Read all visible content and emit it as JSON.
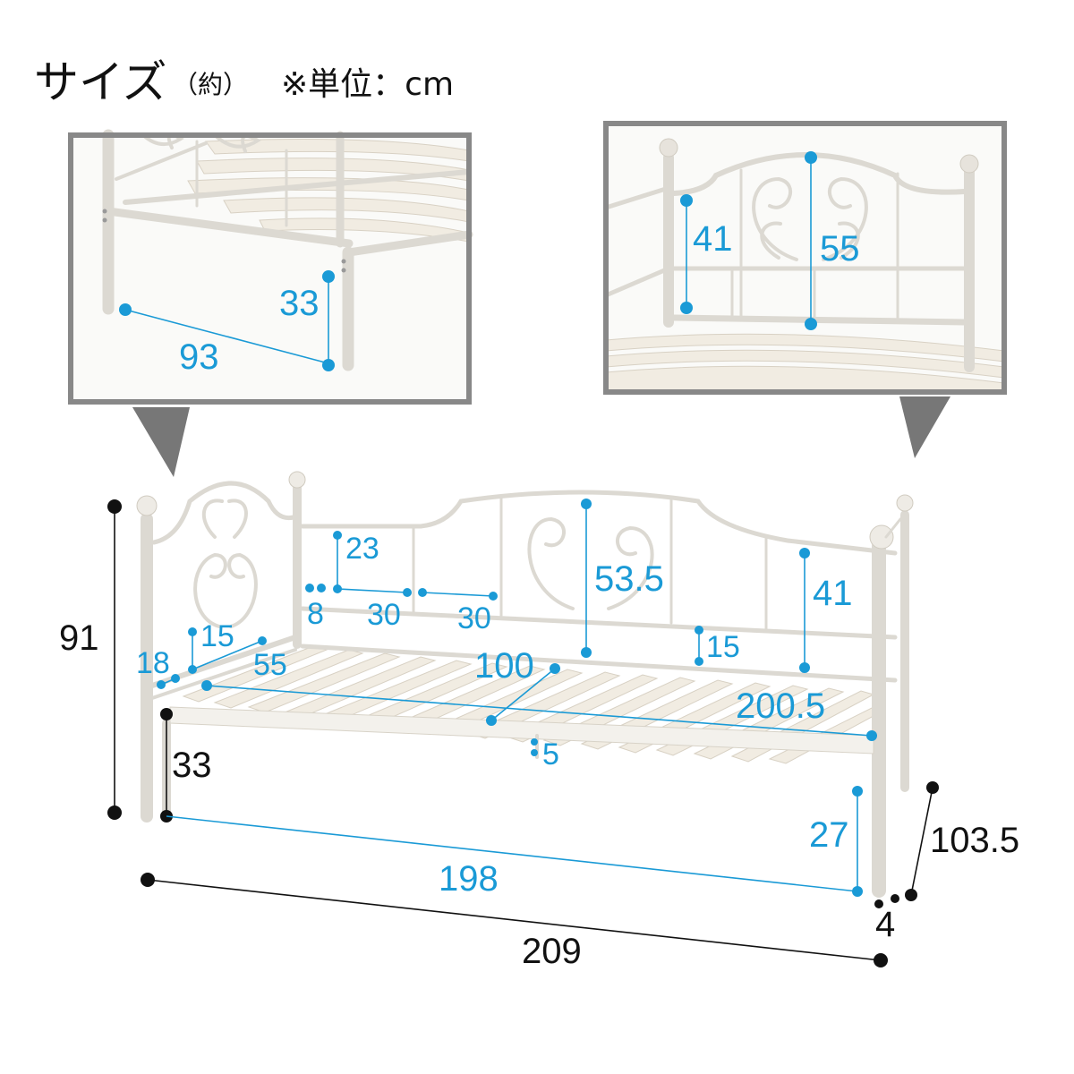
{
  "title": {
    "main": "サイズ",
    "approx": "（約）",
    "unit": "※単位：cm"
  },
  "colors": {
    "dimension_blue": "#1a9ad6",
    "dimension_black": "#111111",
    "inset_border": "#888888",
    "frame_white": "#dcd9d2"
  },
  "inset_left": {
    "height": "33",
    "width": "93"
  },
  "inset_right": {
    "side_height": "41",
    "headboard_height": "55"
  },
  "main": {
    "total_height": "91",
    "rail_gap": "23",
    "post_gap": "8",
    "panel_width_a": "30",
    "panel_width_b": "30",
    "side_rail_top": "15",
    "end_depth": "18",
    "end_width": "55",
    "back_height": "53.5",
    "inner_width": "100",
    "right_panel_height": "41",
    "back_rail_gap": "15",
    "inner_length": "200.5",
    "floor_clearance": "33",
    "rail_thickness": "5",
    "under_length": "198",
    "leg_clearance": "27",
    "total_depth": "103.5",
    "leg_offset": "4",
    "total_length": "209"
  }
}
